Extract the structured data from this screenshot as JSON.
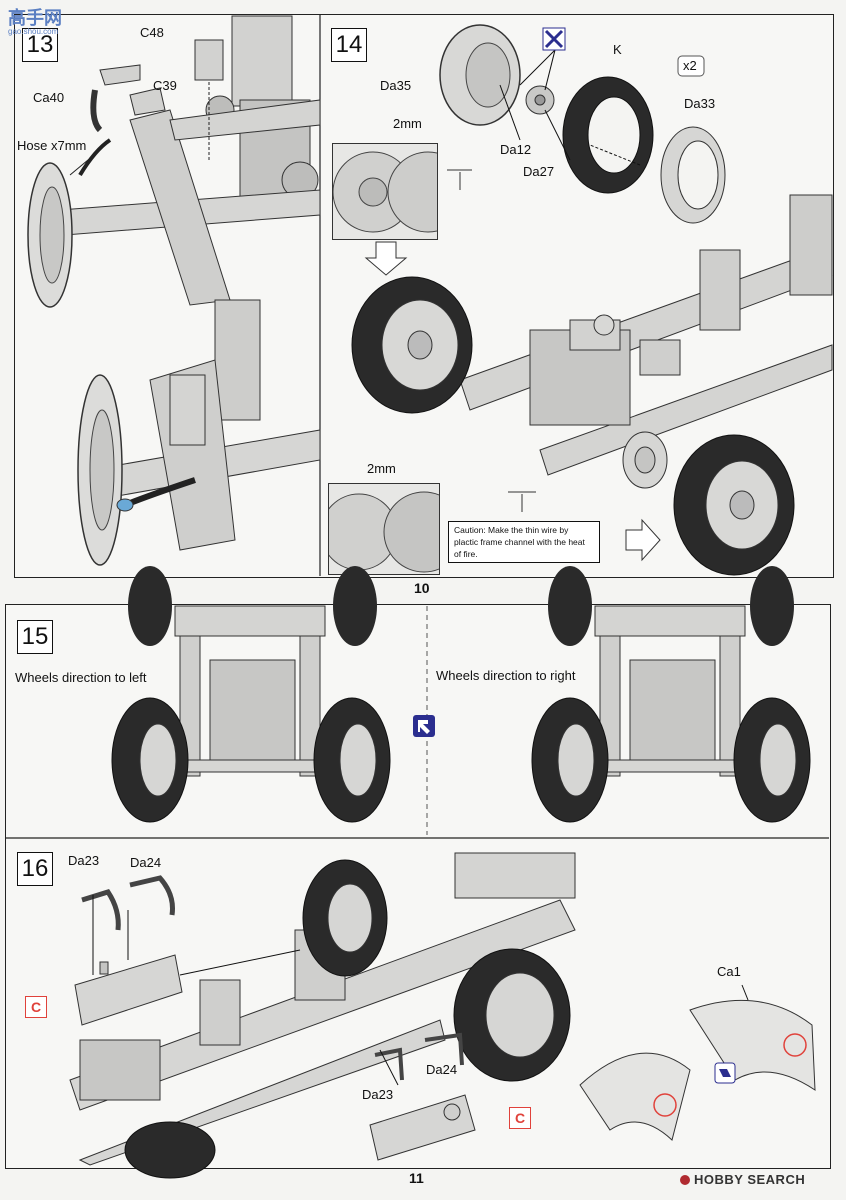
{
  "watermark": {
    "top": "高手网",
    "bottom": "gao.shou.com"
  },
  "page10": {
    "number": "10",
    "step13": {
      "step": "13",
      "labels": {
        "c48": "C48",
        "ca40": "Ca40",
        "c39": "C39",
        "hose": "Hose x7mm"
      }
    },
    "step14": {
      "step": "14",
      "labels": {
        "da35": "Da35",
        "k": "K",
        "x2": "x2",
        "da33": "Da33",
        "da12": "Da12",
        "da27": "Da27",
        "mm_top": "2mm",
        "mm_bottom": "2mm"
      },
      "caution": "Caution: Make the thin wire by plactic frame channel with the heat of fire."
    }
  },
  "page11": {
    "number": "11",
    "step15": {
      "step": "15",
      "left": "Wheels direction to left",
      "right": "Wheels direction to right"
    },
    "step16": {
      "step": "16",
      "labels": {
        "da23_top": "Da23",
        "da24_top": "Da24",
        "c_left": "C",
        "da23_bottom": "Da23",
        "da24_bottom": "Da24",
        "c_right": "C",
        "ca1": "Ca1"
      }
    }
  },
  "footer": {
    "brand": "HOBBY SEARCH"
  },
  "colors": {
    "part": "#c9c9c7",
    "outline": "#333333",
    "tire": "#2a2a2a",
    "accent_red": "#e0423b",
    "icon_blue": "#2b2e8f"
  }
}
